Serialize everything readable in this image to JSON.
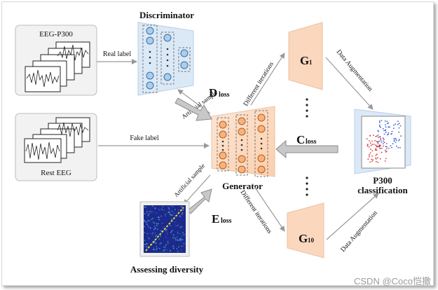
{
  "labels": {
    "discriminator": "Discriminator",
    "eeg_p300": "EEG-P300",
    "real_label": "Real label",
    "rest_eeg": "Rest EEG",
    "fake_label": "Fake label",
    "d_main": "D",
    "d_sub": "loss",
    "c_main": "C",
    "c_sub": "loss",
    "e_main": "E",
    "e_sub": "loss",
    "artificial_sample_top": "Artificial sample",
    "artificial_sample_bottom": "Artificial sample",
    "generator": "Generator",
    "diff_iter_top": "Different iterations",
    "diff_iter_bottom": "Different iterations",
    "g1_main": "G",
    "g1_sub": "1",
    "g10_main": "G",
    "g10_sub": "10",
    "data_aug_top": "Data Augmentation",
    "data_aug_bottom": "Data Augmentation",
    "p300_line1": "P300",
    "p300_line2": "classification",
    "assessing_diversity": "Assessing diversity",
    "dots_top": "•\n•\n•\n•",
    "watermark": "CSDN @Coco恺撒"
  },
  "colors": {
    "discriminator_fill": "#dbe9f7",
    "discriminator_node": "#a9cdee",
    "generator_fill": "#fde0cc",
    "generator_node": "#f7b27d",
    "g_block": "#fbd7bd",
    "heatmap_bg": "#1d2a8c",
    "arrow": "#999999"
  }
}
